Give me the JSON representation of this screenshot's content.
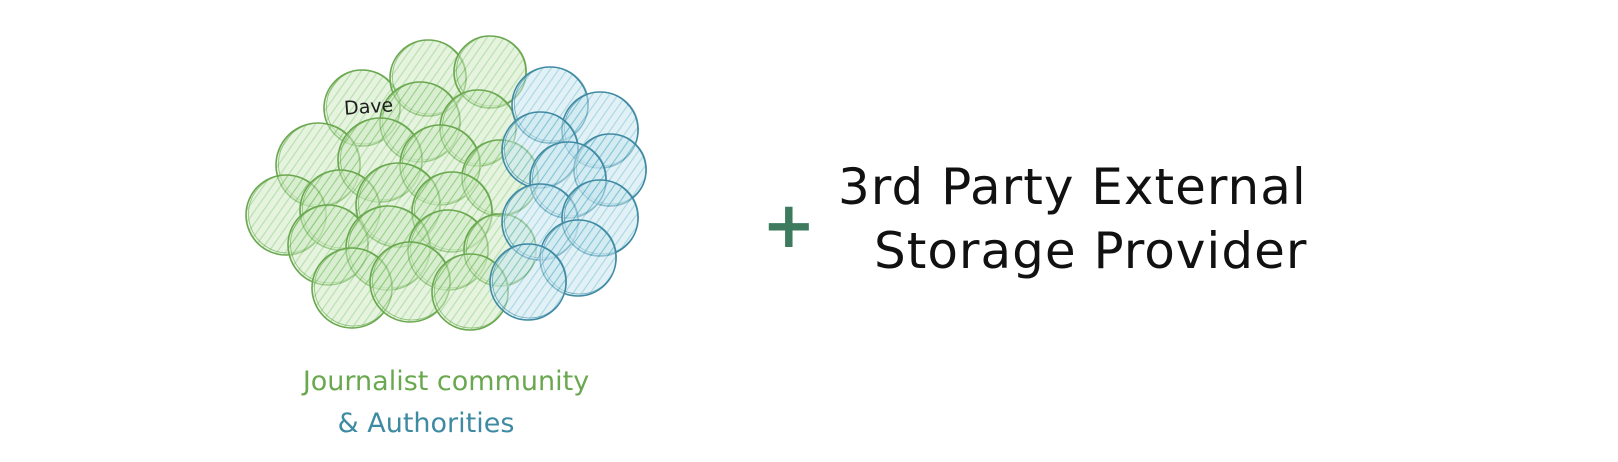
{
  "colors": {
    "journalist_green": "#7cc46a",
    "journalist_stroke": "#6aa84f",
    "authority_blue": "#62b6cc",
    "authority_stroke": "#3f8aa3",
    "plus_green": "#3d7a5e",
    "text_dark": "#111111"
  },
  "community": {
    "member_name": "Dave",
    "caption_line_1": "Journalist community",
    "caption_line_2": "& Authorities"
  },
  "plus": {
    "symbol": "+"
  },
  "provider": {
    "line_1": "3rd Party External",
    "line_2": "Storage Provider"
  }
}
